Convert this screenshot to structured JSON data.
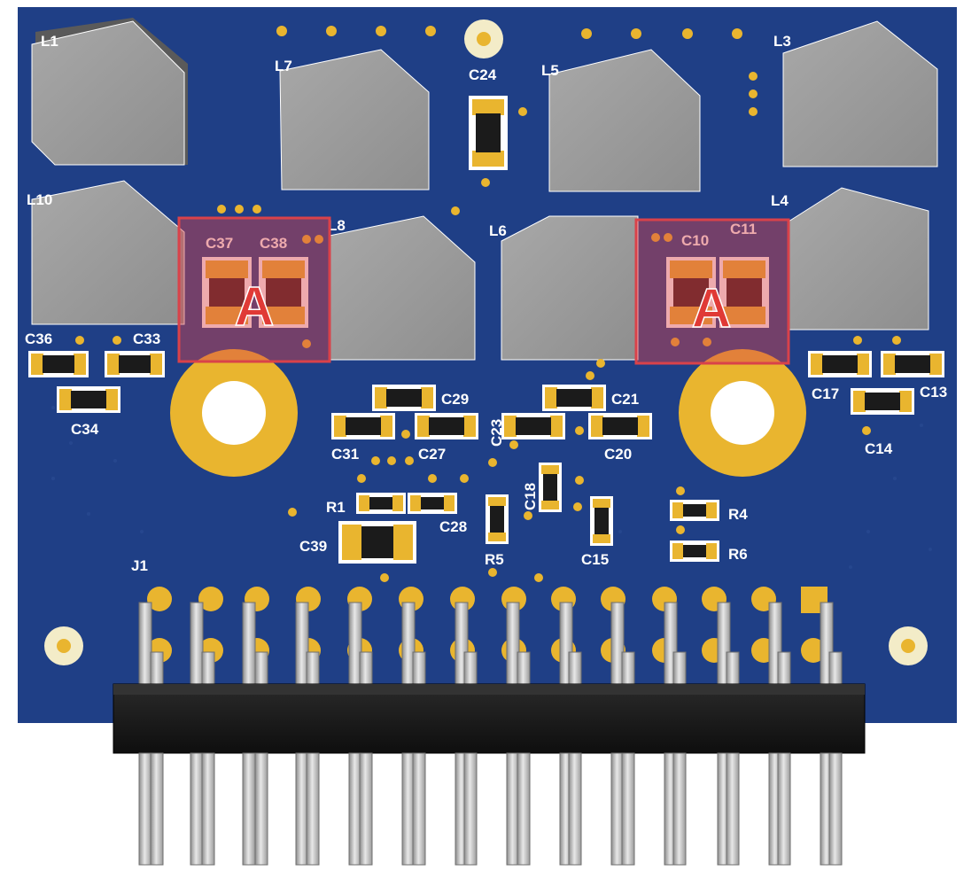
{
  "board": {
    "inductors": [
      {
        "label": "L1"
      },
      {
        "label": "L7"
      },
      {
        "label": "L5"
      },
      {
        "label": "L3"
      },
      {
        "label": "L10"
      },
      {
        "label": "L8"
      },
      {
        "label": "L6"
      },
      {
        "label": "L4"
      }
    ],
    "capacitors": [
      {
        "label": "C24"
      },
      {
        "label": "C37"
      },
      {
        "label": "C38"
      },
      {
        "label": "C10"
      },
      {
        "label": "C11"
      },
      {
        "label": "C36"
      },
      {
        "label": "C33"
      },
      {
        "label": "C34"
      },
      {
        "label": "C17"
      },
      {
        "label": "C13"
      },
      {
        "label": "C14"
      },
      {
        "label": "C29"
      },
      {
        "label": "C21"
      },
      {
        "label": "C23"
      },
      {
        "label": "C31"
      },
      {
        "label": "C27"
      },
      {
        "label": "C20"
      },
      {
        "label": "C18"
      },
      {
        "label": "C28"
      },
      {
        "label": "C39"
      },
      {
        "label": "C15"
      }
    ],
    "resistors": [
      {
        "label": "R1"
      },
      {
        "label": "R5"
      },
      {
        "label": "R4"
      },
      {
        "label": "R6"
      }
    ],
    "connector": {
      "label": "J1"
    }
  },
  "highlights": [
    {
      "letter": "A"
    },
    {
      "letter": "A"
    }
  ],
  "colors": {
    "pcb": "#1f3f86",
    "gold": "#e9b52f",
    "inductor": "#9a9a9a",
    "silkscreen": "#ffffff",
    "highlight": "#d9424a"
  }
}
